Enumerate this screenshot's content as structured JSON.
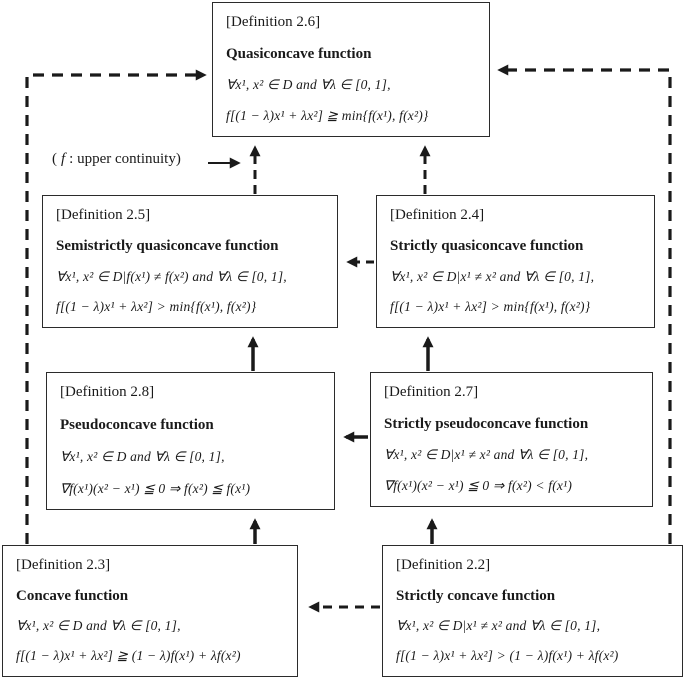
{
  "diagram": {
    "background": "#ffffff",
    "line_color": "#1a1a1a",
    "boxes": [
      {
        "id": "definition-2-6",
        "label": "[Definition 2.6]",
        "title": "Quasiconcave function",
        "line1": "∀x¹, x² ∈ D and ∀λ ∈ [0, 1],",
        "line2": "f[(1 − λ)x¹ + λx²] ≧ min{f(x¹), f(x²)}"
      },
      {
        "id": "definition-2-5",
        "label": "[Definition 2.5]",
        "title": "Semistrictly quasiconcave function",
        "line1": "∀x¹, x² ∈ D|f(x¹) ≠ f(x²) and ∀λ ∈ [0, 1],",
        "line2": "f[(1 − λ)x¹ + λx²] > min{f(x¹), f(x²)}"
      },
      {
        "id": "definition-2-4",
        "label": "[Definition 2.4]",
        "title": "Strictly quasiconcave function",
        "line1": "∀x¹, x² ∈ D|x¹ ≠ x² and ∀λ ∈ [0, 1],",
        "line2": "f[(1 − λ)x¹ + λx²] > min{f(x¹), f(x²)}"
      },
      {
        "id": "definition-2-8",
        "label": "[Definition 2.8]",
        "title": "Pseudoconcave function",
        "line1": "∀x¹, x² ∈ D and ∀λ ∈ [0, 1],",
        "line2": "∇f(x¹)(x² − x¹) ≦ 0  ⇒  f(x²) ≦ f(x¹)"
      },
      {
        "id": "definition-2-7",
        "label": "[Definition 2.7]",
        "title": "Strictly pseudoconcave function",
        "line1": "∀x¹, x² ∈ D|x¹ ≠ x² and ∀λ ∈ [0, 1],",
        "line2": "∇f(x¹)(x² − x¹) ≦ 0  ⇒  f(x²) < f(x¹)"
      },
      {
        "id": "definition-2-3",
        "label": "[Definition 2.3]",
        "title": "Concave function",
        "line1": "∀x¹, x² ∈ D and ∀λ ∈ [0, 1],",
        "line2": "f[(1 − λ)x¹ + λx²] ≧ (1 − λ)f(x¹) + λf(x²)"
      },
      {
        "id": "definition-2-2",
        "label": "[Definition 2.2]",
        "title": "Strictly concave function",
        "line1": "∀x¹, x² ∈ D|x¹ ≠ x² and ∀λ ∈ [0, 1],",
        "line2": "f[(1 − λ)x¹ + λx²] > (1 − λ)f(x¹) + λf(x²)"
      }
    ],
    "annotation": {
      "open": "(",
      "symbol": "f",
      "rest": ": upper continuity)"
    },
    "relations": [
      {
        "from": "definition-2-5",
        "to": "definition-2-6",
        "style": "dashed"
      },
      {
        "from": "definition-2-4",
        "to": "definition-2-6",
        "style": "dashed"
      },
      {
        "from": "definition-2-4",
        "to": "definition-2-5",
        "style": "dashed"
      },
      {
        "from": "definition-2-8",
        "to": "definition-2-5",
        "style": "solid"
      },
      {
        "from": "definition-2-7",
        "to": "definition-2-4",
        "style": "solid"
      },
      {
        "from": "definition-2-7",
        "to": "definition-2-8",
        "style": "solid"
      },
      {
        "from": "definition-2-3",
        "to": "definition-2-8",
        "style": "solid"
      },
      {
        "from": "definition-2-2",
        "to": "definition-2-7",
        "style": "solid"
      },
      {
        "from": "definition-2-2",
        "to": "definition-2-3",
        "style": "dashed"
      },
      {
        "from": "definition-2-3",
        "to": "definition-2-6",
        "style": "dashed"
      },
      {
        "from": "definition-2-2",
        "to": "definition-2-6",
        "style": "dashed"
      },
      {
        "from": "upper-continuity-note",
        "to": "definition-2-5-to-2-6-arrow",
        "style": "solid"
      }
    ]
  }
}
